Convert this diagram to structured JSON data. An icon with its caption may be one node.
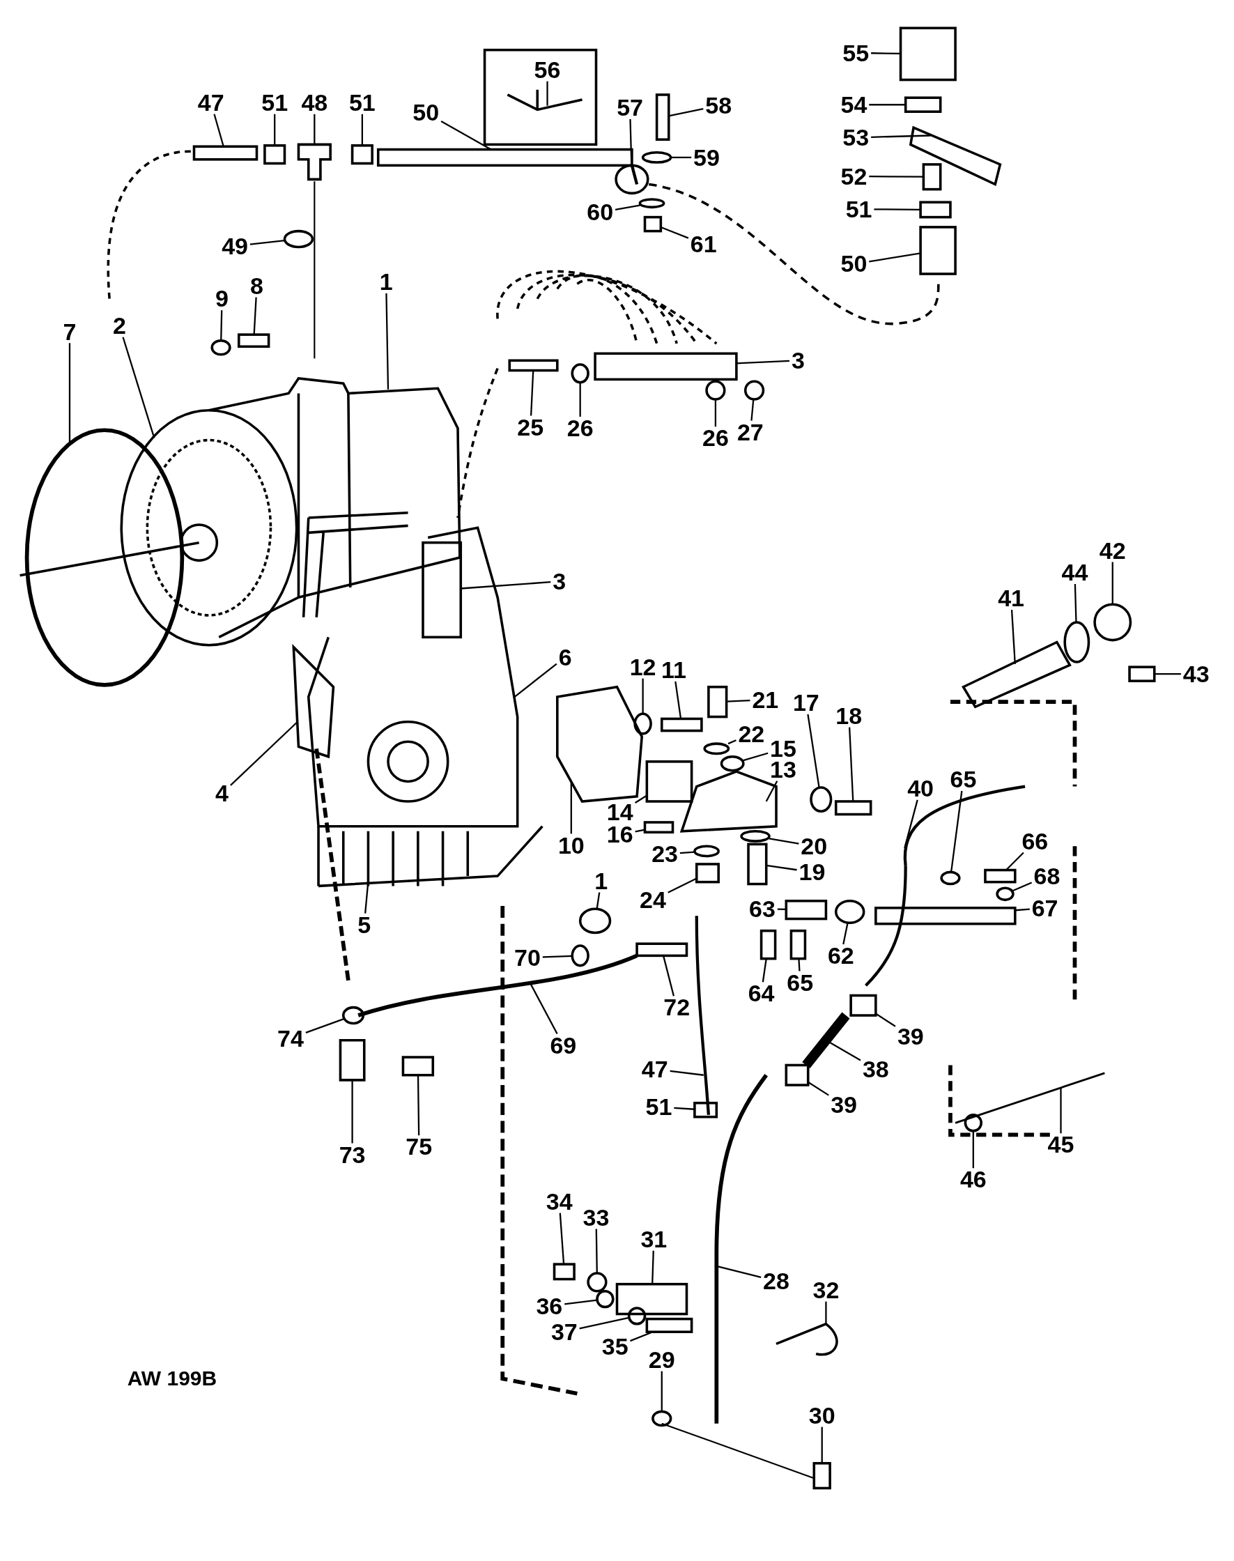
{
  "diagram": {
    "nodes": [
      {
        "text": [
          "47"
        ]
      },
      {
        "text": [
          "51"
        ]
      },
      {
        "text": [
          "48"
        ]
      },
      {
        "text": [
          "51"
        ]
      },
      {
        "text": [
          "50"
        ]
      },
      {
        "text": [
          "56"
        ]
      },
      {
        "text": [
          "57"
        ]
      },
      {
        "text": [
          "58"
        ]
      },
      {
        "text": [
          "59"
        ]
      },
      {
        "text": [
          "60"
        ]
      },
      {
        "text": [
          "61"
        ]
      },
      {
        "text": [
          "55"
        ]
      },
      {
        "text": [
          "54"
        ]
      },
      {
        "text": [
          "53"
        ]
      },
      {
        "text": [
          "52"
        ]
      },
      {
        "text": [
          "51"
        ]
      },
      {
        "text": [
          "50"
        ]
      },
      {
        "text": [
          "49"
        ]
      },
      {
        "text": [
          "9"
        ]
      },
      {
        "text": [
          "8"
        ]
      },
      {
        "text": [
          "7"
        ]
      },
      {
        "text": [
          "2"
        ]
      },
      {
        "text": [
          "1"
        ]
      },
      {
        "text": [
          "3"
        ]
      },
      {
        "text": [
          "25"
        ]
      },
      {
        "text": [
          "26"
        ]
      },
      {
        "text": [
          "26"
        ]
      },
      {
        "text": [
          "27"
        ]
      },
      {
        "text": [
          "3"
        ]
      },
      {
        "text": [
          "6"
        ]
      },
      {
        "text": [
          "12"
        ]
      },
      {
        "text": [
          "11"
        ]
      },
      {
        "text": [
          "21"
        ]
      },
      {
        "text": [
          "22"
        ]
      },
      {
        "text": [
          "15"
        ]
      },
      {
        "text": [
          "13"
        ]
      },
      {
        "text": [
          "17"
        ]
      },
      {
        "text": [
          "18"
        ]
      },
      {
        "text": [
          "14"
        ]
      },
      {
        "text": [
          "16"
        ]
      },
      {
        "text": [
          "10"
        ]
      },
      {
        "text": [
          "4"
        ]
      },
      {
        "text": [
          "5"
        ]
      },
      {
        "text": [
          "20"
        ]
      },
      {
        "text": [
          "23"
        ]
      },
      {
        "text": [
          "19"
        ]
      },
      {
        "text": [
          "24"
        ]
      },
      {
        "text": [
          "1"
        ]
      },
      {
        "text": [
          "70"
        ]
      },
      {
        "text": [
          "72"
        ]
      },
      {
        "text": [
          "63"
        ]
      },
      {
        "text": [
          "62"
        ]
      },
      {
        "text": [
          "64"
        ]
      },
      {
        "text": [
          "65"
        ]
      },
      {
        "text": [
          "40"
        ]
      },
      {
        "text": [
          "65"
        ]
      },
      {
        "text": [
          "66"
        ]
      },
      {
        "text": [
          "68"
        ]
      },
      {
        "text": [
          "67"
        ]
      },
      {
        "text": [
          "41"
        ]
      },
      {
        "text": [
          "44"
        ]
      },
      {
        "text": [
          "42"
        ]
      },
      {
        "text": [
          "43"
        ]
      },
      {
        "text": [
          "74"
        ]
      },
      {
        "text": [
          "69"
        ]
      },
      {
        "text": [
          "73"
        ]
      },
      {
        "text": [
          "75"
        ]
      },
      {
        "text": [
          "47"
        ]
      },
      {
        "text": [
          "51"
        ]
      },
      {
        "text": [
          "38"
        ]
      },
      {
        "text": [
          "39"
        ]
      },
      {
        "text": [
          "39"
        ]
      },
      {
        "text": [
          "46"
        ]
      },
      {
        "text": [
          "45"
        ]
      },
      {
        "text": [
          "34"
        ]
      },
      {
        "text": [
          "33"
        ]
      },
      {
        "text": [
          "31"
        ]
      },
      {
        "text": [
          "36"
        ]
      },
      {
        "text": [
          "37"
        ]
      },
      {
        "text": [
          "35"
        ]
      },
      {
        "text": [
          "28"
        ]
      },
      {
        "text": [
          "32"
        ]
      },
      {
        "text": [
          "29"
        ]
      },
      {
        "text": [
          "30"
        ]
      },
      {
        "text": [],
        "shape": "box"
      },
      {
        "text": [],
        "shape": "box"
      },
      {
        "text": [],
        "shape": "picture"
      },
      {
        "text": [],
        "shape": "box"
      },
      {
        "text": [],
        "shape": "box"
      },
      {
        "text": [],
        "shape": "picture"
      },
      {
        "text": [],
        "shape": "circle"
      },
      {
        "text": [],
        "shape": "box"
      },
      {
        "text": [],
        "shape": "circle"
      },
      {
        "text": [],
        "shape": "circle"
      },
      {
        "text": [],
        "shape": "box"
      },
      {
        "text": [],
        "shape": "box"
      },
      {
        "text": [],
        "shape": "box"
      },
      {
        "text": [],
        "shape": "picture"
      },
      {
        "text": [],
        "shape": "box"
      },
      {
        "text": [],
        "shape": "box"
      },
      {
        "text": [],
        "shape": "box"
      },
      {
        "text": [],
        "shape": "circle"
      },
      {
        "text": [],
        "shape": "circle"
      },
      {
        "text": [],
        "shape": "box"
      },
      {
        "text": [],
        "shape": "circle"
      },
      {
        "text": [],
        "shape": "circle"
      },
      {
        "text": [],
        "shape": "picture"
      },
      {
        "text": [],
        "shape": "box"
      },
      {
        "text": [],
        "shape": "box"
      },
      {
        "text": [],
        "shape": "circle"
      },
      {
        "text": [],
        "shape": "circle"
      },
      {
        "text": [],
        "shape": "circle"
      },
      {
        "text": [],
        "shape": "box"
      },
      {
        "text": [],
        "shape": "picture"
      },
      {
        "text": [],
        "shape": "circle"
      },
      {
        "text": [],
        "shape": "box"
      },
      {
        "text": [],
        "shape": "box"
      },
      {
        "text": [],
        "shape": "circle"
      },
      {
        "text": [],
        "shape": "circle"
      },
      {
        "text": [],
        "shape": "picture"
      },
      {
        "text": [],
        "shape": "circle"
      },
      {
        "text": [],
        "shape": "box"
      },
      {
        "text": [],
        "shape": "box"
      },
      {
        "text": [],
        "shape": "box"
      },
      {
        "text": [],
        "shape": "picture"
      },
      {
        "text": [],
        "shape": "picture"
      },
      {
        "text": [],
        "shape": "picture"
      },
      {
        "text": [],
        "shape": "circle"
      },
      {
        "text": [],
        "shape": "circle"
      },
      {
        "text": [],
        "shape": "box"
      },
      {
        "text": [],
        "shape": "box"
      },
      {
        "text": [],
        "shape": "circle"
      },
      {
        "text": [],
        "shape": "circle"
      },
      {
        "text": [],
        "shape": "box"
      },
      {
        "text": [],
        "shape": "box"
      },
      {
        "text": [],
        "shape": "circle"
      },
      {
        "text": [],
        "shape": "box"
      },
      {
        "text": [],
        "shape": "box"
      },
      {
        "text": [],
        "shape": "picture"
      },
      {
        "text": [],
        "shape": "circle"
      },
      {
        "text": [],
        "shape": "box"
      },
      {
        "text": [],
        "shape": "circle"
      },
      {
        "text": [],
        "shape": "box"
      },
      {
        "text": [],
        "shape": "picture"
      },
      {
        "text": [],
        "shape": "circle"
      },
      {
        "text": [],
        "shape": "circle"
      },
      {
        "text": [],
        "shape": "box"
      },
      {
        "text": [],
        "shape": "circle"
      },
      {
        "text": [],
        "shape": "picture"
      },
      {
        "text": [],
        "shape": "picture"
      },
      {
        "text": [],
        "shape": "box"
      },
      {
        "text": [],
        "shape": "picture"
      },
      {
        "text": [],
        "shape": "box"
      },
      {
        "text": [],
        "shape": "picture"
      },
      {
        "text": [],
        "shape": "box"
      },
      {
        "text": [],
        "shape": "box"
      },
      {
        "text": [],
        "shape": "circle"
      },
      {
        "text": [],
        "shape": "picture"
      },
      {
        "text": [],
        "shape": "box"
      },
      {
        "text": [],
        "shape": "circle"
      },
      {
        "text": [],
        "shape": "box"
      },
      {
        "text": [],
        "shape": "circle"
      },
      {
        "text": [],
        "shape": "circle"
      },
      {
        "text": [],
        "shape": "box"
      },
      {
        "text": [],
        "shape": "picture"
      },
      {
        "text": [],
        "shape": "picture"
      },
      {
        "text": [],
        "shape": "circle"
      },
      {
        "text": [],
        "shape": "box"
      }
    ],
    "edges": [
      {
        "from": 0,
        "to": 84,
        "arrow": "none"
      },
      {
        "from": 1,
        "to": 85,
        "arrow": "none"
      },
      {
        "from": 2,
        "to": 86,
        "arrow": "none"
      },
      {
        "from": 3,
        "to": 87,
        "arrow": "none"
      },
      {
        "from": 4,
        "to": 88,
        "arrow": "none"
      },
      {
        "from": 5,
        "to": 89,
        "arrow": "none"
      },
      {
        "from": 6,
        "to": 90,
        "arrow": "none"
      },
      {
        "from": 7,
        "to": 91,
        "arrow": "none"
      },
      {
        "from": 8,
        "to": 92,
        "arrow": "none"
      },
      {
        "from": 9,
        "to": 93,
        "arrow": "none"
      },
      {
        "from": 10,
        "to": 94,
        "arrow": "none"
      },
      {
        "from": 11,
        "to": 95,
        "arrow": "none"
      },
      {
        "from": 12,
        "to": 96,
        "arrow": "none"
      },
      {
        "from": 13,
        "to": 97,
        "arrow": "none"
      },
      {
        "from": 14,
        "to": 98,
        "arrow": "none"
      },
      {
        "from": 15,
        "to": 99,
        "arrow": "none"
      },
      {
        "from": 16,
        "to": 100,
        "arrow": "none"
      },
      {
        "from": 17,
        "to": 101,
        "arrow": "none"
      },
      {
        "from": 18,
        "to": 102,
        "arrow": "none"
      },
      {
        "from": 19,
        "to": 103,
        "arrow": "none"
      },
      {
        "from": 20,
        "to": 104,
        "arrow": "none"
      },
      {
        "from": 21,
        "to": 105,
        "arrow": "none"
      },
      {
        "from": 22,
        "to": 106,
        "arrow": "none"
      },
      {
        "from": 23,
        "to": 107,
        "arrow": "none"
      },
      {
        "from": 24,
        "to": 108,
        "arrow": "none"
      },
      {
        "from": 25,
        "to": 109,
        "arrow": "none"
      },
      {
        "from": 26,
        "to": 110,
        "arrow": "none"
      },
      {
        "from": 27,
        "to": 111,
        "arrow": "none"
      },
      {
        "from": 28,
        "to": 112,
        "arrow": "none"
      },
      {
        "from": 29,
        "to": 113,
        "arrow": "none"
      },
      {
        "from": 30,
        "to": 114,
        "arrow": "none"
      },
      {
        "from": 31,
        "to": 115,
        "arrow": "none"
      },
      {
        "from": 32,
        "to": 116,
        "arrow": "none"
      },
      {
        "from": 33,
        "to": 117,
        "arrow": "none"
      },
      {
        "from": 34,
        "to": 118,
        "arrow": "none"
      },
      {
        "from": 35,
        "to": 119,
        "arrow": "none"
      },
      {
        "from": 36,
        "to": 120,
        "arrow": "none"
      },
      {
        "from": 37,
        "to": 121,
        "arrow": "none"
      },
      {
        "from": 38,
        "to": 122,
        "arrow": "none"
      },
      {
        "from": 39,
        "to": 123,
        "arrow": "none"
      },
      {
        "from": 40,
        "to": 124,
        "arrow": "none"
      },
      {
        "from": 41,
        "to": 125,
        "arrow": "none"
      },
      {
        "from": 42,
        "to": 126,
        "arrow": "none"
      },
      {
        "from": 43,
        "to": 127,
        "arrow": "none"
      },
      {
        "from": 44,
        "to": 128,
        "arrow": "none"
      },
      {
        "from": 45,
        "to": 129,
        "arrow": "none"
      },
      {
        "from": 46,
        "to": 130,
        "arrow": "none"
      },
      {
        "from": 47,
        "to": 131,
        "arrow": "none"
      },
      {
        "from": 48,
        "to": 132,
        "arrow": "none"
      },
      {
        "from": 49,
        "to": 133,
        "arrow": "none"
      },
      {
        "from": 50,
        "to": 134,
        "arrow": "none"
      },
      {
        "from": 51,
        "to": 135,
        "arrow": "none"
      },
      {
        "from": 52,
        "to": 136,
        "arrow": "none"
      },
      {
        "from": 53,
        "to": 137,
        "arrow": "none"
      },
      {
        "from": 54,
        "to": 138,
        "arrow": "none"
      },
      {
        "from": 55,
        "to": 139,
        "arrow": "none"
      },
      {
        "from": 56,
        "to": 140,
        "arrow": "none"
      },
      {
        "from": 57,
        "to": 141,
        "arrow": "none"
      },
      {
        "from": 58,
        "to": 142,
        "arrow": "none"
      },
      {
        "from": 59,
        "to": 143,
        "arrow": "none"
      },
      {
        "from": 60,
        "to": 144,
        "arrow": "none"
      },
      {
        "from": 61,
        "to": 145,
        "arrow": "none"
      },
      {
        "from": 62,
        "to": 146,
        "arrow": "none"
      },
      {
        "from": 63,
        "to": 147,
        "arrow": "none"
      },
      {
        "from": 64,
        "to": 148,
        "arrow": "none"
      },
      {
        "from": 65,
        "to": 149,
        "arrow": "none"
      },
      {
        "from": 66,
        "to": 150,
        "arrow": "none"
      },
      {
        "from": 67,
        "to": 151,
        "arrow": "none"
      },
      {
        "from": 68,
        "to": 152,
        "arrow": "none"
      },
      {
        "from": 69,
        "to": 153,
        "arrow": "none"
      },
      {
        "from": 70,
        "to": 154,
        "arrow": "none"
      },
      {
        "from": 71,
        "to": 155,
        "arrow": "none"
      },
      {
        "from": 72,
        "to": 156,
        "arrow": "none"
      },
      {
        "from": 73,
        "to": 157,
        "arrow": "none"
      },
      {
        "from": 74,
        "to": 158,
        "arrow": "none"
      },
      {
        "from": 75,
        "to": 159,
        "arrow": "none"
      },
      {
        "from": 76,
        "to": 160,
        "arrow": "none"
      },
      {
        "from": 77,
        "to": 161,
        "arrow": "none"
      },
      {
        "from": 78,
        "to": 162,
        "arrow": "none"
      },
      {
        "from": 79,
        "to": 163,
        "arrow": "none"
      },
      {
        "from": 80,
        "to": 164,
        "arrow": "none"
      },
      {
        "from": 81,
        "to": 165,
        "arrow": "none"
      },
      {
        "from": 82,
        "to": 166,
        "arrow": "none"
      },
      {
        "from": 83,
        "to": 167,
        "arrow": "none"
      }
    ],
    "labels": [
      "AW 199B"
    ]
  }
}
